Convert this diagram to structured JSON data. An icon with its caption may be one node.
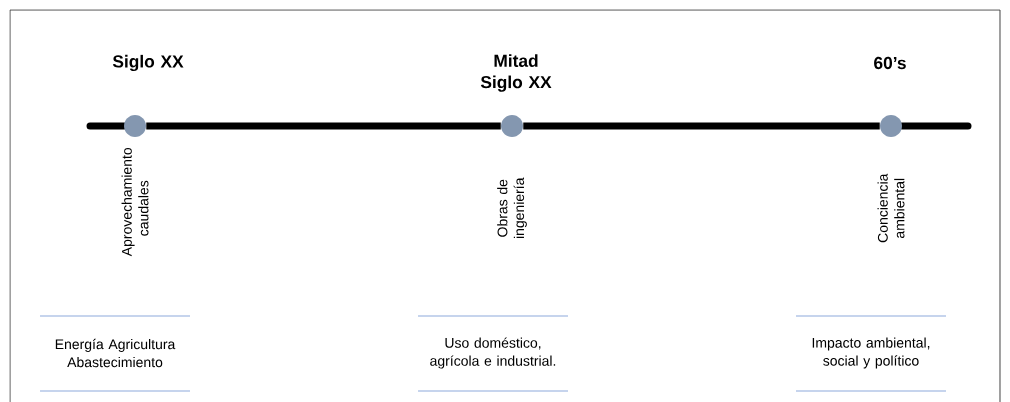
{
  "diagram": {
    "nodes": [
      {
        "text": [],
        "shape": "circle",
        "beside": [
          "Siglo XX",
          "Aprovechamiento caudales"
        ]
      },
      {
        "text": [],
        "shape": "circle",
        "beside": [
          "Mitad Siglo XX",
          "Obras de ingeniería"
        ]
      },
      {
        "text": [],
        "shape": "circle",
        "beside": [
          "60’s",
          "Conciencia ambiental"
        ]
      },
      {
        "text": [
          "Energía Agricultura Abastecimiento"
        ]
      },
      {
        "text": [
          "Uso doméstico, agrícola e industrial."
        ]
      },
      {
        "text": [
          "Impacto ambiental, social y político"
        ]
      }
    ],
    "edges": [
      {
        "from": 0,
        "to": 1,
        "arrow": "none"
      },
      {
        "from": 1,
        "to": 2,
        "arrow": "none"
      }
    ]
  }
}
